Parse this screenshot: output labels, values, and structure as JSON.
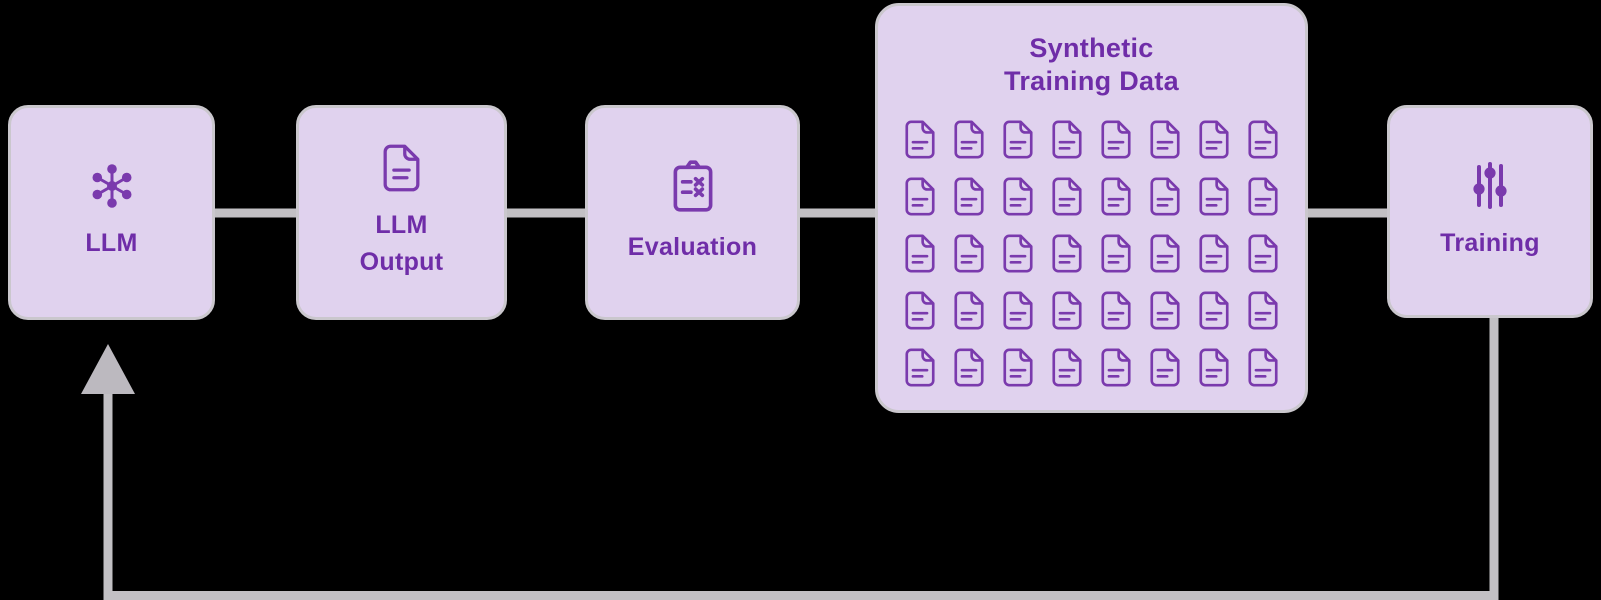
{
  "diagram": {
    "background_color": "#000000",
    "colors": {
      "node_fill": "#E0D2EE",
      "node_border": "#CAC7CD",
      "text_purple": "#6F2DA8",
      "icon_purple": "#7A3AAD",
      "connector_gray": "#C2C0C4"
    },
    "nodes": {
      "llm": {
        "label": "LLM",
        "icon": "network-hub-icon"
      },
      "llm_output": {
        "label": "LLM Output",
        "icon": "document-icon"
      },
      "evaluation": {
        "label": "Evaluation",
        "icon": "clipboard-checklist-icon"
      },
      "synthetic_training_data": {
        "title": "Synthetic Training Data",
        "icon": "document-icon",
        "document_count": 40,
        "grid_columns": 8,
        "grid_rows": 5
      },
      "training": {
        "label": "Training",
        "icon": "sliders-icon"
      }
    },
    "flow_order": [
      "LLM",
      "LLM Output",
      "Evaluation",
      "Synthetic Training Data",
      "Training"
    ],
    "feedback_loop": {
      "from": "Training",
      "to": "LLM",
      "style": "gray arrow, down-left-up"
    }
  }
}
